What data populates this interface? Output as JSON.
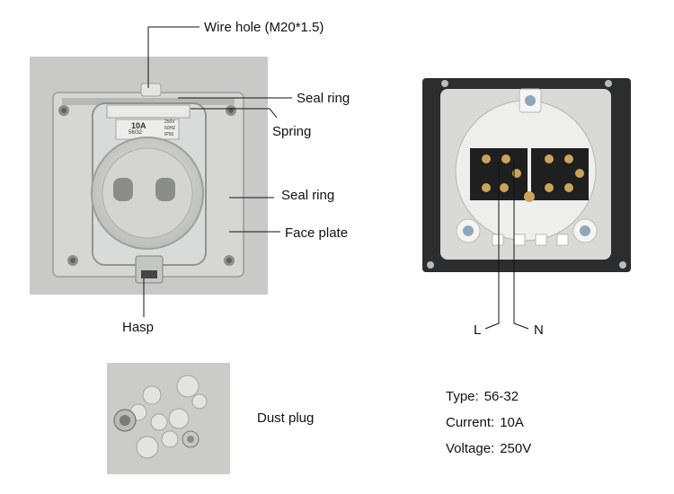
{
  "labels": {
    "wire_hole": "Wire hole (M20*1.5)",
    "seal_ring_top": "Seal ring",
    "spring": "Spring",
    "seal_ring_mid": "Seal ring",
    "face_plate": "Face plate",
    "hasp": "Hasp",
    "line_l": "L",
    "line_n": "N",
    "dust_plug": "Dust plug"
  },
  "cover_print": {
    "rating": "10A",
    "model": "56/32",
    "voltage": "250V",
    "frequency": "50HZ",
    "ip": "IP56"
  },
  "specs": [
    {
      "key": "Type:",
      "value": "56-32"
    },
    {
      "key": "Current:",
      "value": "10A"
    },
    {
      "key": "Voltage:",
      "value": "250V"
    }
  ]
}
